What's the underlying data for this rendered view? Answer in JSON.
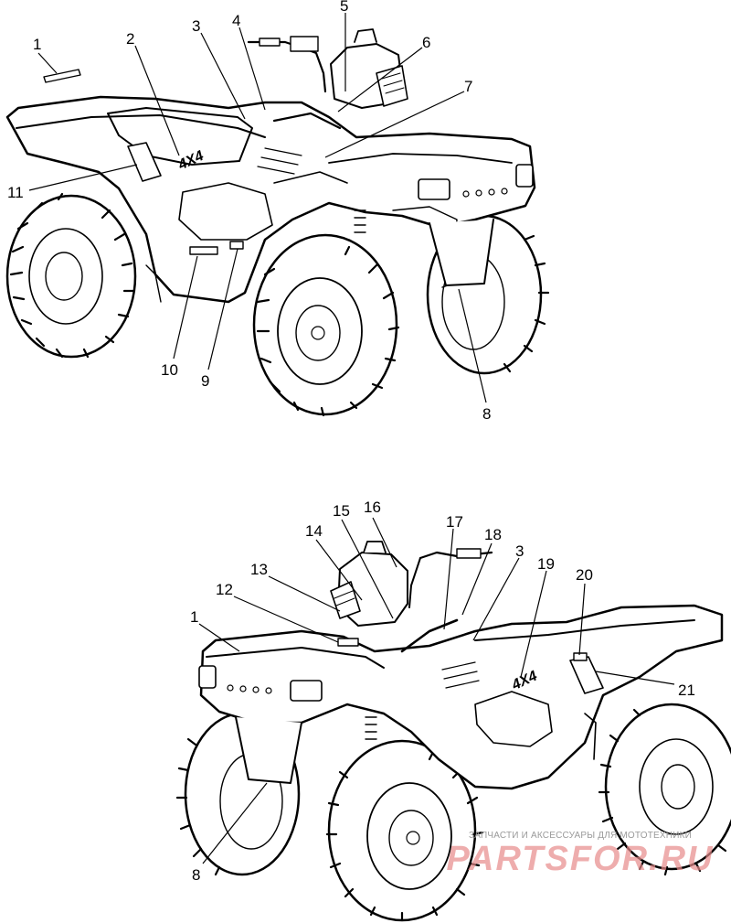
{
  "diagram": {
    "top_view": {
      "callouts": [
        "1",
        "2",
        "3",
        "4",
        "5",
        "6",
        "7",
        "8",
        "9",
        "10",
        "11"
      ],
      "decal_text": {
        "badge": "4X4"
      }
    },
    "bottom_view": {
      "callouts": [
        "1",
        "12",
        "13",
        "14",
        "15",
        "16",
        "17",
        "18",
        "3",
        "19",
        "20",
        "21",
        "8"
      ],
      "decal_text": {
        "badge": "4X4"
      }
    }
  },
  "watermark": {
    "line1": "ЗАПЧАСТИ И АКСЕССУАРЫ ДЛЯ МОТОТЕХНИКИ",
    "line2": "PARTSFOR.RU"
  }
}
